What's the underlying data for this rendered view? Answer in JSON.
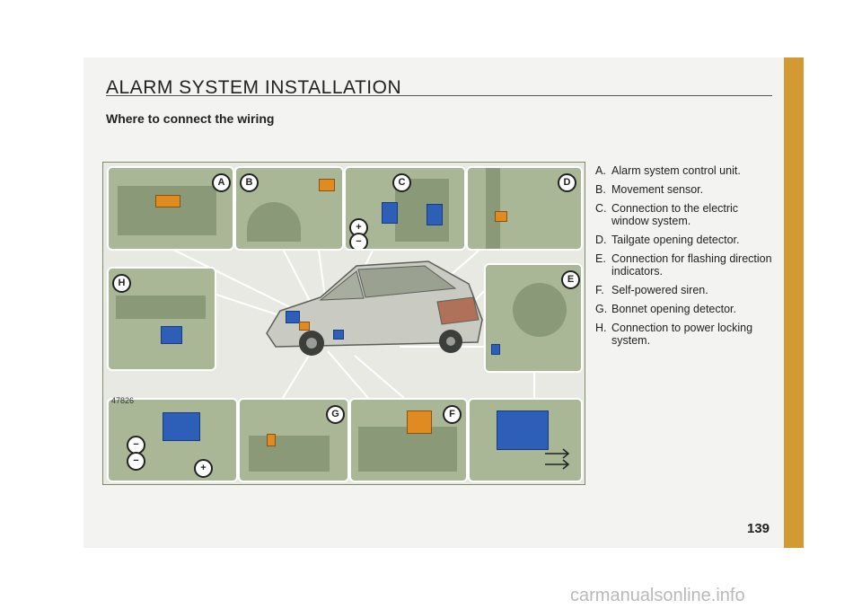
{
  "header": {
    "title": "ALARM SYSTEM INSTALLATION",
    "subtitle": "Where to connect the wiring"
  },
  "figure": {
    "number": "47826",
    "panel_letters": [
      "A",
      "B",
      "C",
      "D",
      "E",
      "F",
      "G",
      "H"
    ],
    "symbols": {
      "plus": "+",
      "minus": "−"
    }
  },
  "legend": [
    {
      "key": "A.",
      "text": "Alarm system control unit."
    },
    {
      "key": "B.",
      "text": "Movement sensor."
    },
    {
      "key": "C.",
      "text": "Connection to the electric window system."
    },
    {
      "key": "D.",
      "text": "Tailgate opening detector."
    },
    {
      "key": "E.",
      "text": "Connection for flashing direction indicators."
    },
    {
      "key": "F.",
      "text": "Self-powered siren."
    },
    {
      "key": "G.",
      "text": "Bonnet opening detector."
    },
    {
      "key": "H.",
      "text": "Connection to power locking system."
    }
  ],
  "footer": {
    "page_number": "139"
  },
  "watermark": "carmanualsonline.info",
  "colors": {
    "accent_tab": "#d39a33",
    "panel_green": "#a9b797",
    "component_blue": "#2d5fb8",
    "component_orange": "#e08a22"
  }
}
